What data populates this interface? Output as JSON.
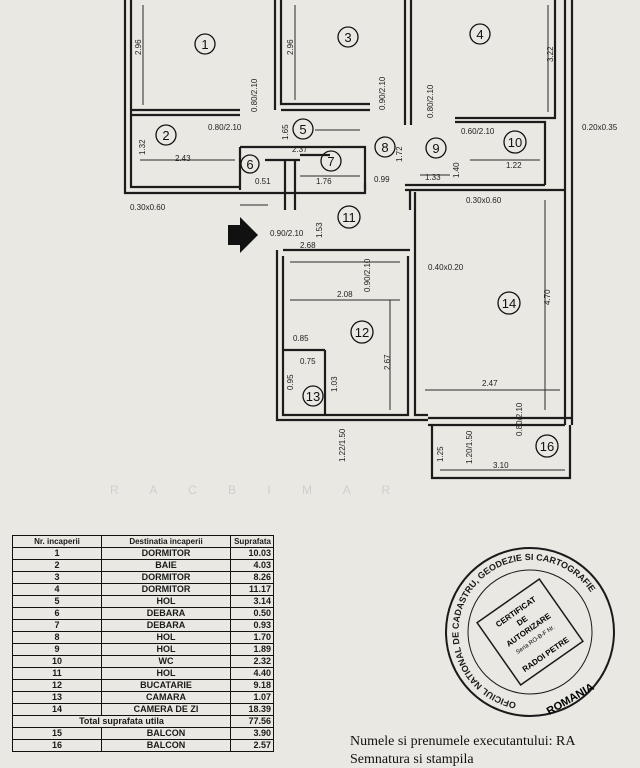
{
  "plan": {
    "rooms": [
      "1",
      "2",
      "3",
      "4",
      "5",
      "6",
      "7",
      "8",
      "9",
      "10",
      "11",
      "12",
      "13",
      "14",
      "16"
    ],
    "dims": {
      "r1_h": "2.96",
      "r3_h": "2.96",
      "r4_h": "3.22",
      "r2_w": "2.43",
      "r2_h": "1.32",
      "door1": "0.80/2.10",
      "door2": "0.80/2.10",
      "door3": "0.90/2.10",
      "door4": "0.80/2.10",
      "r5_w": "2.37",
      "r5_h": "1.65",
      "r6": "0.51",
      "r7_w": "1.76",
      "r8": "1.72",
      "r9_w": "1.33",
      "r9_l": "0.99",
      "r10_w": "1.22",
      "r10_door": "0.60/2.10",
      "r10_h": "1.40",
      "col_a": "0.20x0.35",
      "col_b": "0.30x0.60",
      "col_c": "0.30x0.60",
      "entry_door": "0.90/2.10",
      "r11_h": "1.53",
      "r12_top": "2.68",
      "r12_w": "2.08",
      "r12_h": "2.67",
      "r12_door": "0.90/2.10",
      "col_d": "0.40x0.20",
      "r13_a": "0.85",
      "r13_b": "0.75",
      "r13_h": "1.03",
      "r13_l": "0.95",
      "r14_h": "4.70",
      "r14_w": "2.47",
      "win12": "1.22/1.50",
      "win14": "1.20/1.50",
      "r16_door": "0.80/2.10",
      "r16_h": "1.25",
      "r16_w": "3.10"
    },
    "watermark": "R A C B I M A R"
  },
  "table": {
    "headers": [
      "Nr. incaperii",
      "Destinatia incaperii",
      "Suprafata"
    ],
    "rows": [
      [
        "1",
        "DORMITOR",
        "10.03"
      ],
      [
        "2",
        "BAIE",
        "4.03"
      ],
      [
        "3",
        "DORMITOR",
        "8.26"
      ],
      [
        "4",
        "DORMITOR",
        "11.17"
      ],
      [
        "5",
        "HOL",
        "3.14"
      ],
      [
        "6",
        "DEBARA",
        "0.50"
      ],
      [
        "7",
        "DEBARA",
        "0.93"
      ],
      [
        "8",
        "HOL",
        "1.70"
      ],
      [
        "9",
        "HOL",
        "1.89"
      ],
      [
        "10",
        "WC",
        "2.32"
      ],
      [
        "11",
        "HOL",
        "4.40"
      ],
      [
        "12",
        "BUCATARIE",
        "9.18"
      ],
      [
        "13",
        "CAMARA",
        "1.07"
      ],
      [
        "14",
        "CAMERA DE ZI",
        "18.39"
      ]
    ],
    "total_label": "Total suprafata utila",
    "total_value": "77.56",
    "balconies": [
      [
        "15",
        "BALCON",
        "3.90"
      ],
      [
        "16",
        "BALCON",
        "2.57"
      ]
    ]
  },
  "signature": {
    "line1": "Numele si prenumele executantului: RA",
    "line2": "Semnatura si stampila"
  },
  "stamp": {
    "ring": "OFICIUL NATIONAL DE CADASTRU, GEODEZIE SI CARTOGRAFIE",
    "bottom": "ROMANIA",
    "l1": "CERTIFICAT",
    "l2": "DE",
    "l3": "AUTORIZARE",
    "l4": "Seria RO-B-F Nr.",
    "name": "RADOI PETRE"
  }
}
